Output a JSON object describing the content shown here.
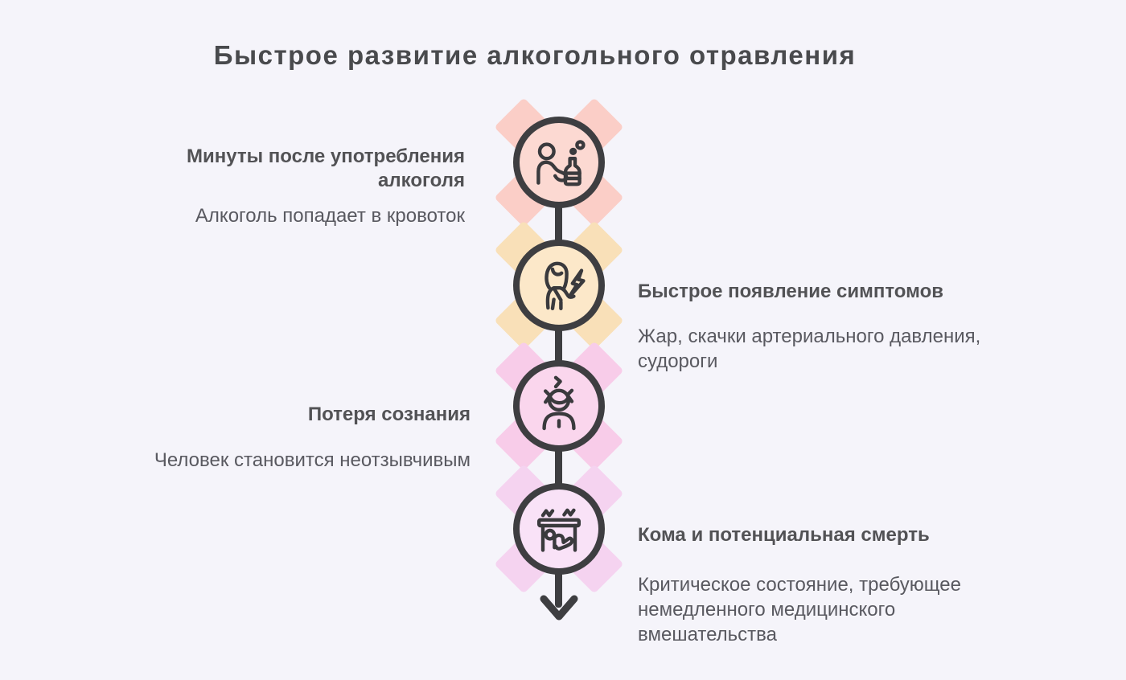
{
  "title": "Быстрое развитие алкогольного отравления",
  "colors": {
    "background": "#f5f4fa",
    "line_and_borders": "#3e3e41",
    "title_text": "#494a4d",
    "heading_text": "#525255",
    "body_text": "#595960"
  },
  "stages": [
    {
      "heading": "Минуты после употребления алкоголя",
      "description": "Алкоголь попадает в кровоток",
      "side": "left",
      "icon": "person-drinking-icon",
      "circle_color": "#fcd9d2",
      "blob_color": "#fbcec7"
    },
    {
      "heading": "Быстрое появление симптомов",
      "description": "Жар, скачки артериального давления, судороги",
      "side": "right",
      "icon": "woman-lightning-icon",
      "circle_color": "#fce8c9",
      "blob_color": "#f9e0b8"
    },
    {
      "heading": "Потеря сознания",
      "description": "Человек становится неотзывчивым",
      "side": "left",
      "icon": "dizzy-person-icon",
      "circle_color": "#fad6ed",
      "blob_color": "#f8cce9"
    },
    {
      "heading": "Кома и потенциальная смерть",
      "description": "Критическое состояние, требующее немедленного медицинского вмешательства",
      "side": "right",
      "icon": "person-under-table-icon",
      "circle_color": "#f9e2f7",
      "blob_color": "#f5d3f0"
    }
  ]
}
